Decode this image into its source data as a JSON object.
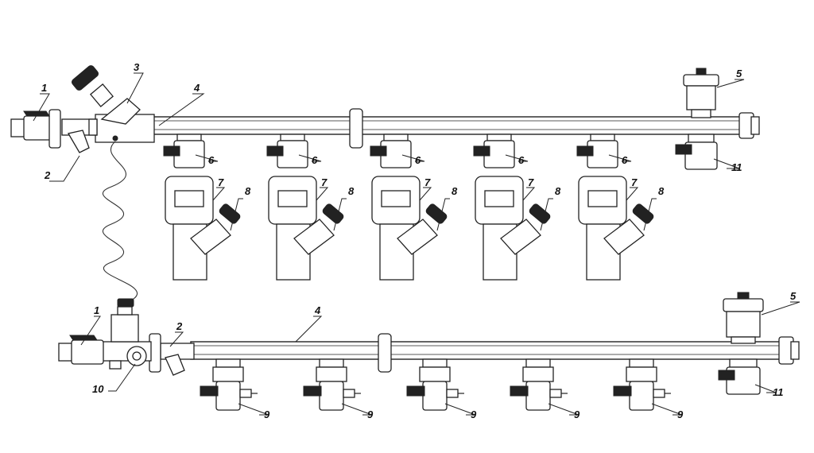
{
  "diagram": {
    "labels": {
      "ball_valve": "1",
      "strainer": "2",
      "balancing_valve": "3",
      "manifold_bar": "4",
      "air_vent": "5",
      "supply_ball_valve": "6",
      "flow_meter": "7",
      "angle_valve": "8",
      "return_ball_valve": "9",
      "pressure_gauge": "10",
      "end_drain_valve": "11"
    }
  }
}
